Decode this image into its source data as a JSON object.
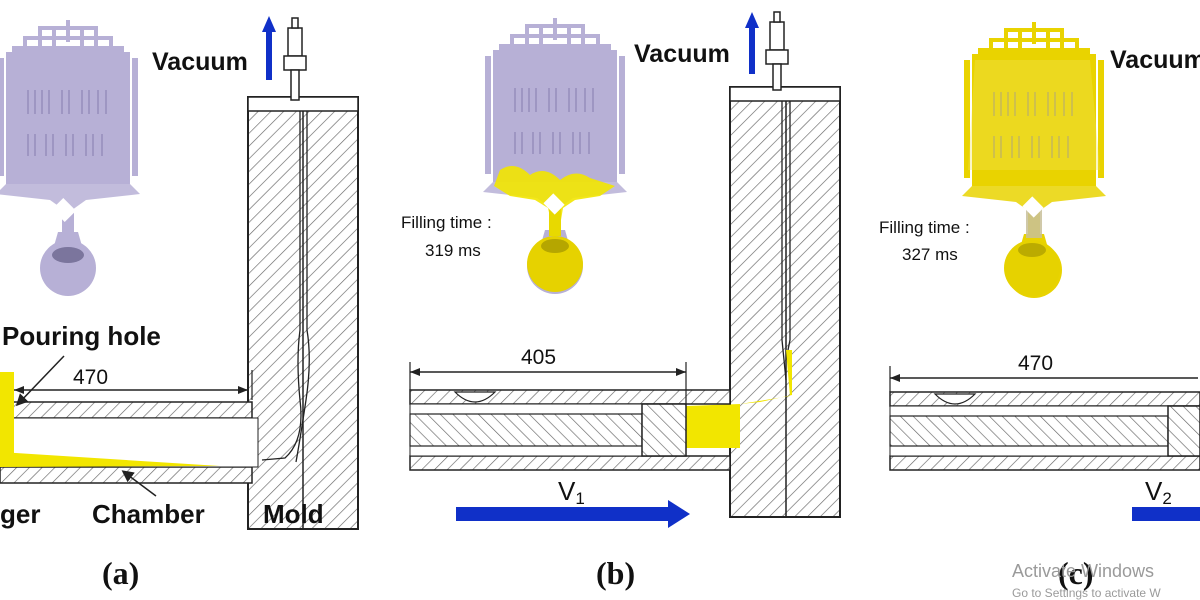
{
  "labels": {
    "vacuum": "Vacuum",
    "pouring_hole": "Pouring hole",
    "plunger_partial": "ger",
    "chamber": "Chamber",
    "mold": "Mold",
    "dim_a": "470",
    "dim_b": "405",
    "dim_c": "470",
    "v1_main": "V",
    "v1_sub": "1",
    "v2_main": "V",
    "v2_sub": "2",
    "fill_b_line1": "Filling time :",
    "fill_b_line2": "319 ms",
    "fill_c_line1": "Filling time :",
    "fill_c_line2": "327 ms",
    "panel_a": "(a)",
    "panel_b": "(b)",
    "panel_c": "(c)"
  },
  "watermark": {
    "line1": "Activate Windows",
    "line2": "Go to Settings to activate W"
  },
  "colors": {
    "melt": "#f2e600",
    "casting": "#b7b0d6",
    "arrow": "#1030c8",
    "hatch": "#555555"
  }
}
